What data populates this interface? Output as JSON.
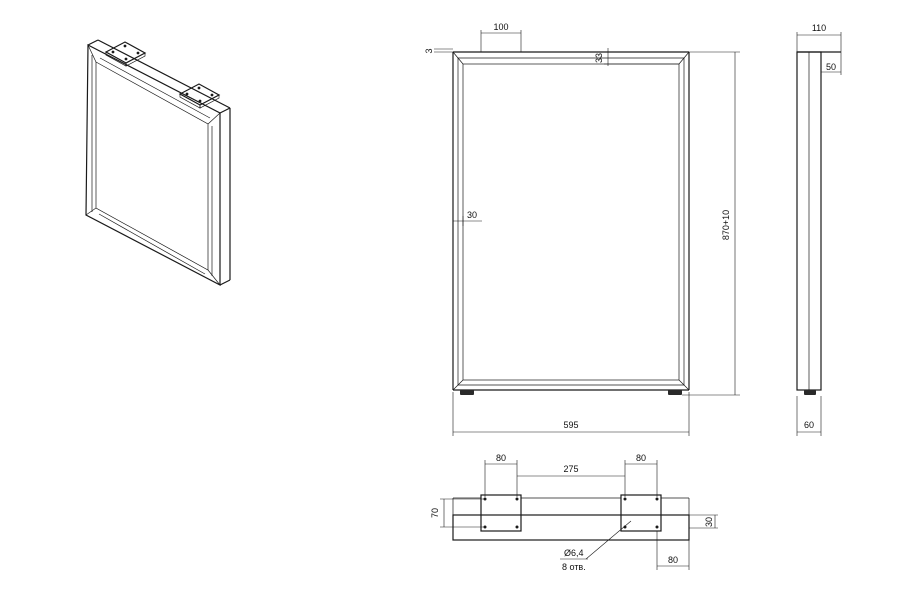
{
  "drawing": {
    "front_view": {
      "dim_top_plate_width": "100",
      "dim_plate_thickness": "3",
      "dim_top_offset": "33",
      "dim_tube_width": "30",
      "dim_height": "870+10",
      "dim_overall_width": "595"
    },
    "side_view": {
      "dim_plate_depth": "110",
      "dim_tube_depth_top": "50",
      "dim_tube_depth_bottom": "60"
    },
    "top_view": {
      "dim_plate_left": "80",
      "dim_plate_spacing": "275",
      "dim_plate_right": "80",
      "dim_plate_height": "70",
      "dim_tube_height": "30",
      "dim_end_offset": "80",
      "hole_diameter": "Ø6,4",
      "hole_count": "8 отв."
    }
  }
}
